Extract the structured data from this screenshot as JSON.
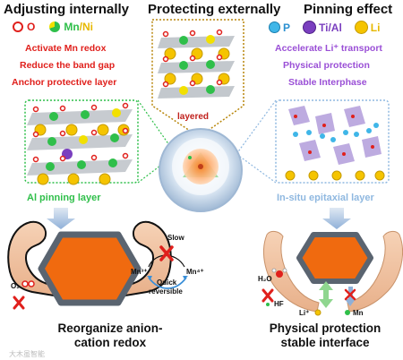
{
  "headers": {
    "left": "Adjusting internally",
    "center": "Protecting externally",
    "right": "Pinning effect"
  },
  "legend": {
    "o_label": "O",
    "mn_label": "Mn",
    "ni_label": "/Ni",
    "p_label": "P",
    "tial_label": "Ti/Al",
    "li_label": "Li"
  },
  "left_effects": [
    "Activate Mn redox",
    "Reduce the band gap",
    "Anchor protective layer"
  ],
  "right_effects": [
    "Accelerate Li⁺ transport",
    "Physical protection",
    "Stable Interphase"
  ],
  "layered_label": "layered",
  "al_pinning_label": "Al pinning layer",
  "epitaxial_label": "In-situ epitaxial layer",
  "redox": {
    "o2": "O₂",
    "slow": "Slow",
    "quick": "Quick",
    "reversible": "reversible",
    "mn3": "Mn³⁺",
    "mn4": "Mn⁴⁺"
  },
  "protection": {
    "h2o": "H₂O",
    "hf": "HF",
    "li_plus": "Li⁺",
    "mn": "Mn"
  },
  "bottom_left": [
    "Reorganize anion-",
    "cation redox"
  ],
  "bottom_right": [
    "Physical protection",
    "stable interface"
  ],
  "watermark": "大木虽智能",
  "colors": {
    "red_text": "#e0201c",
    "purple_text": "#9a4fd6",
    "green_label": "#2fbf4a",
    "light_blue_label": "#8fb8e0",
    "hexagon_fill": "#f06a0f",
    "hexagon_border": "#5a6470"
  }
}
